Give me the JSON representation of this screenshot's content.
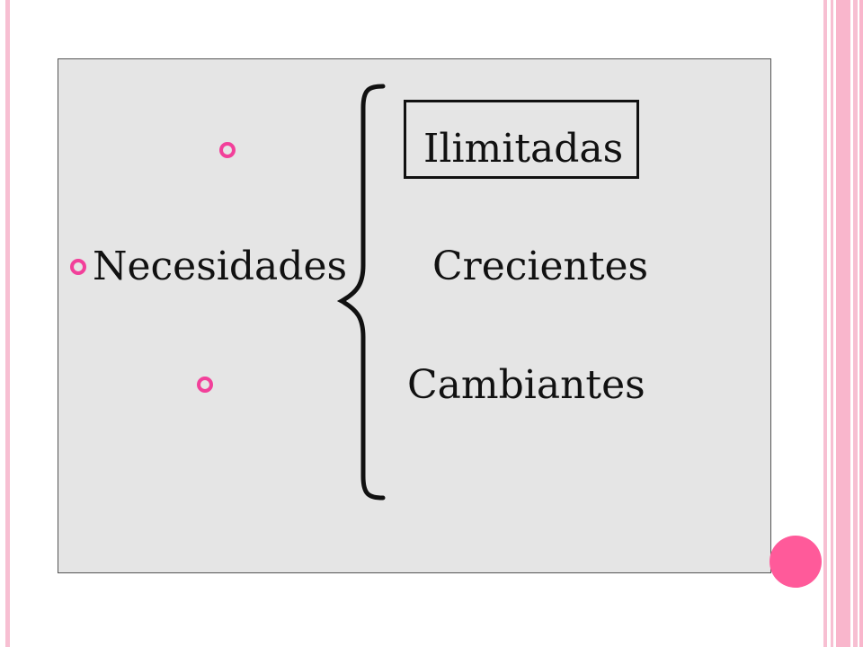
{
  "diagram": {
    "subject": "Necesidades",
    "attributes": [
      "Ilimitadas",
      "Crecientes",
      "Cambiantes"
    ],
    "highlighted_attribute": "Ilimitadas"
  },
  "colors": {
    "bullet": "#f2409a",
    "accent_dot": "#ff5a9a",
    "panel_background": "#e5e5e5",
    "stripe": "#f7bfd2"
  },
  "icons": {
    "bullet": "ring-bullet-icon",
    "brace": "curly-brace-icon"
  }
}
